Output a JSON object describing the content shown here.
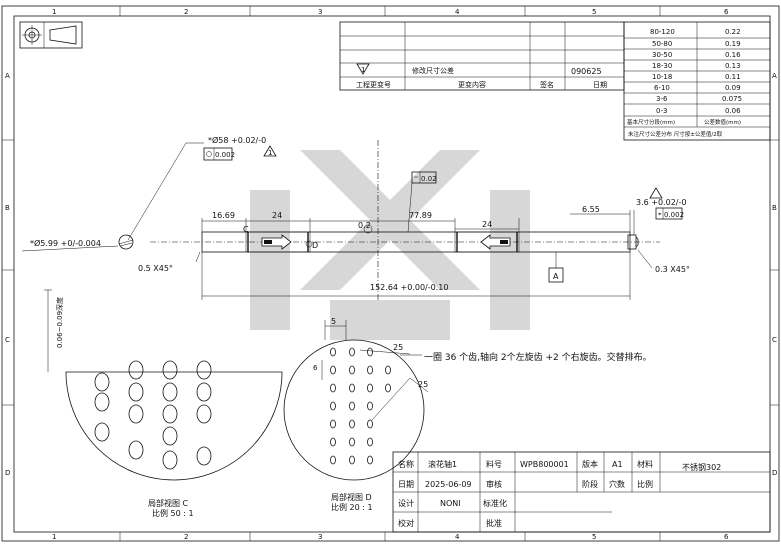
{
  "zones": {
    "top": [
      "1",
      "2",
      "3",
      "4",
      "5",
      "6"
    ],
    "left": [
      "A",
      "B",
      "C",
      "D"
    ]
  },
  "revision": {
    "mark": "1",
    "content_row": "修改尺寸公差",
    "date_value": "090625",
    "headers": [
      "工程更变号",
      "更变内容",
      "签名",
      "日期"
    ]
  },
  "tolerance_table": {
    "rows": [
      [
        "80-120",
        "0.22"
      ],
      [
        "50-80",
        "0.19"
      ],
      [
        "30-50",
        "0.16"
      ],
      [
        "18-30",
        "0.13"
      ],
      [
        "10-18",
        "0.11"
      ],
      [
        "6-10",
        "0.09"
      ],
      [
        "3-6",
        "0.075"
      ],
      [
        "0-3",
        "0.06"
      ]
    ],
    "header_left": "基本尺寸分段(mm)",
    "header_right": "公差数值(mm)",
    "note": "未注尺寸公差分布 尺寸按±公差值/2取"
  },
  "drawing": {
    "dia58": "*Ø58 +0.02/-0",
    "gdt_round": "0.002",
    "rev_mark": "1",
    "dia599": "*Ø5.99 +0/-0.004",
    "chamfer_left": "0.5  X45°",
    "dim_1669": "16.69",
    "dim_24a": "24",
    "dim_789": "77.89",
    "dim_02": "0.2",
    "dim_24b": "24",
    "dim_655": "6.55",
    "dim_36": "3.6 +0.02/-0",
    "gdt_right": "0.002",
    "gdt_flat": "0.02",
    "chamfer_right": "0.3   X45°",
    "datum": "A",
    "total_len": "152.64 +0.00/-0.10",
    "center_c": "C",
    "center_d": "D",
    "depth": "0.06~0.09深度",
    "detail_dim5": "5",
    "detail_dim6": "6",
    "detail_dim25a": "25",
    "detail_dim25b": "25",
    "note_teeth": "一圈 36 个齿,轴向  2个左旋齿  +2 个右旋齿。交替排布。",
    "view_c_title": "局部视图 C",
    "view_c_scale": "比例 50 : 1",
    "view_d_title": "局部视图 D",
    "view_d_scale": "比例 20 : 1"
  },
  "title_block": {
    "name_label": "名称",
    "name_value": "滚花轴1",
    "part_label": "料号",
    "part_value": "WPB800001",
    "ver_label": "版本",
    "ver_value": "A1",
    "mat_label": "材料",
    "mat_value": "不锈钢302",
    "date_label": "日期",
    "date_value": "2025-06-09",
    "review_label": "审核",
    "stage_label": "阶段",
    "qty_label": "穴数",
    "scale_label": "比例",
    "design_label": "设计",
    "design_value": "NONI",
    "std_label": "标准化",
    "check_label": "校对",
    "approve_label": "批准"
  }
}
